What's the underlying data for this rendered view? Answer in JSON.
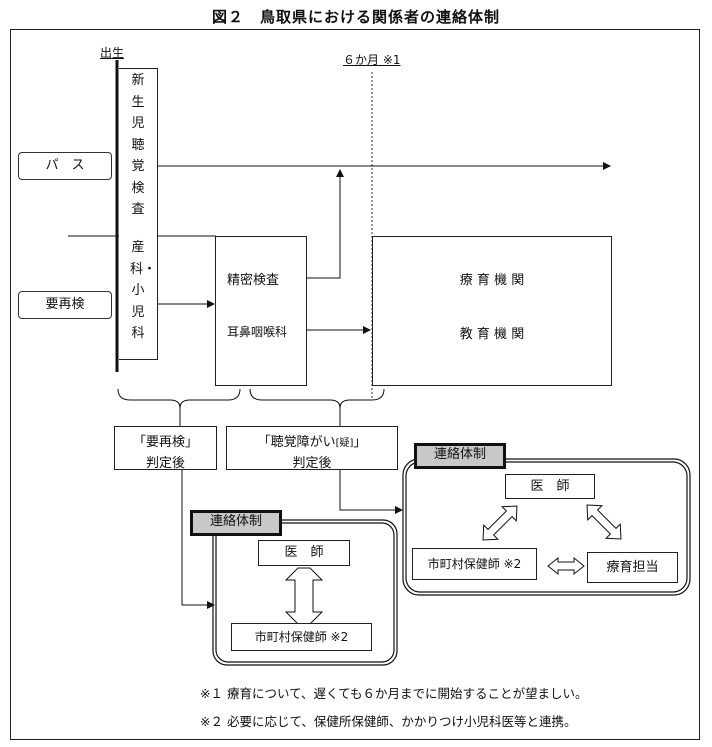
{
  "title": "図２　鳥取県における関係者の連絡体制",
  "labels": {
    "birth": "出生",
    "six_months": "６か月 ※1",
    "pass": "パ　ス",
    "recheck": "要再検",
    "newborn_test": "新生児聴覚検査",
    "obstetrics": "産科・小児科",
    "detailed_exam": "精密検査",
    "ent": "耳鼻咽喉科",
    "rehab_org": "療 育 機 関",
    "edu_org": "教 育 機 関",
    "after_recheck_1": "「要再検」",
    "after_recheck_2": "判定後",
    "after_hearing_1": "「聴覚障がい",
    "after_hearing_suspected": "[疑]",
    "after_hearing_close": "」",
    "after_hearing_2": "判定後",
    "contact_system": "連絡体制",
    "doctor": "医　師",
    "public_health_nurse": "市町村保健師 ※2",
    "rehab_staff": "療育担当"
  },
  "footnotes": [
    "※１ 療育について、遅くても６か月までに開始することが望ましい。",
    "※２ 必要に応じて、保健所保健師、かかりつけ小児科医等と連携。"
  ]
}
